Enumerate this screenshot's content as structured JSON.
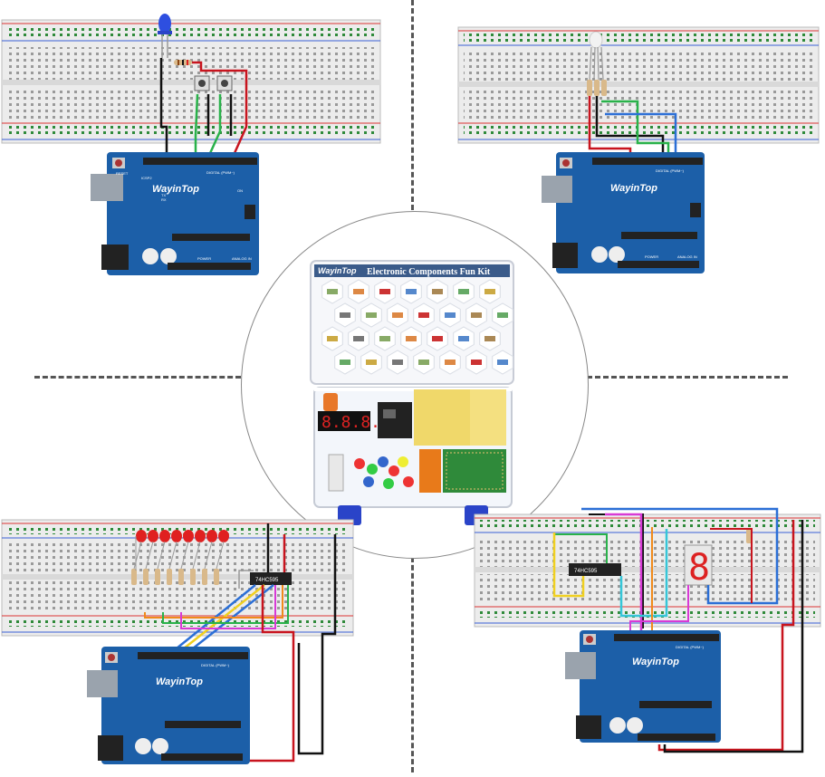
{
  "brand": "WayinTop",
  "kit": {
    "brand": "WayinTop",
    "title": "Electronic Components Fun Kit"
  },
  "chip": {
    "label": "74HC595"
  },
  "board": {
    "reset_label": "RESET",
    "icsp_label": "ICSP2",
    "digital_label": "DIGITAL (PWM~)",
    "analog_label": "ANALOG IN",
    "power_label": "POWER",
    "tx_label": "TX",
    "rx_label": "RX",
    "on_label": "ON"
  },
  "panels": [
    {
      "id": "led-button-circuit"
    },
    {
      "id": "rgb-led-circuit"
    },
    {
      "id": "led-bar-shift-register-circuit"
    },
    {
      "id": "seven-segment-circuit"
    }
  ],
  "colors": {
    "arduino_blue": "#1c5fa8",
    "wire_red": "#c8141e",
    "wire_green": "#29b24a",
    "wire_black": "#111111",
    "wire_blue": "#2b6fd6",
    "wire_yellow": "#f0d020",
    "wire_magenta": "#d83ad6",
    "wire_orange": "#f08a1a",
    "wire_cyan": "#36c6d8"
  }
}
